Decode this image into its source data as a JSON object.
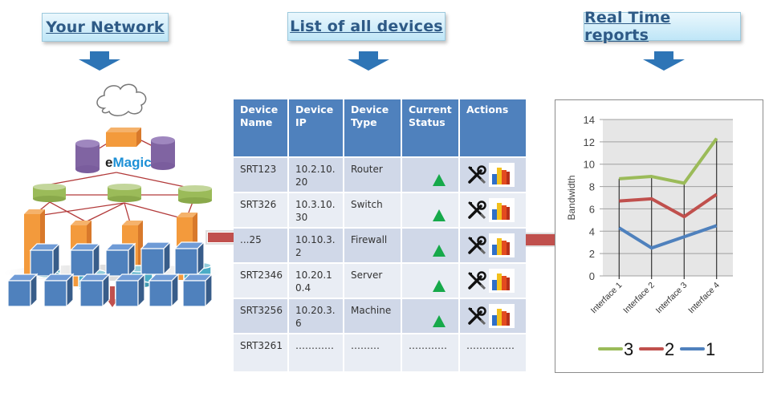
{
  "headings": {
    "network": "Your Network",
    "devices": "List of all devices",
    "reports": "Real Time reports"
  },
  "network_diagram": {
    "logo_text": {
      "e": "e",
      "rest": "Magic"
    },
    "icons": [
      "cloud-icon",
      "gateway-box-icon",
      "database-icon",
      "switch-icon",
      "server-tower-icon",
      "storage-icon",
      "endpoint-cube-icon"
    ]
  },
  "colors": {
    "header_blue": "#4f81bd",
    "row_dark": "#d0d8e8",
    "row_light": "#e9edf4",
    "status_up": "#16a94a",
    "arrow_red": "#c0504d",
    "arrow_blue": "#2e75b6",
    "series_3": "#9bbb59",
    "series_2": "#c0504d",
    "series_1": "#4f81bd"
  },
  "table": {
    "headers": [
      {
        "line1": "Device",
        "line2": "Name"
      },
      {
        "line1": "Device",
        "line2": "IP"
      },
      {
        "line1": "Device",
        "line2": "Type"
      },
      {
        "line1": "Current",
        "line2": "Status"
      },
      {
        "line1": "Actions",
        "line2": ""
      }
    ],
    "rows": [
      {
        "name": "SRT123",
        "ip": "10.2.10.20",
        "type": "Router",
        "status": "up",
        "actions": [
          "settings",
          "report"
        ]
      },
      {
        "name": "SRT326",
        "ip": "10.3.10.30",
        "type": "Switch",
        "status": "up",
        "actions": [
          "settings",
          "report"
        ]
      },
      {
        "name": "...25",
        "ip": "10.10.3.2",
        "type": "Firewall",
        "status": "up",
        "actions": [
          "settings",
          "report"
        ]
      },
      {
        "name": "SRT2346",
        "ip": "10.20.10.4",
        "type": "Server",
        "status": "up",
        "actions": [
          "settings",
          "report"
        ]
      },
      {
        "name": "SRT3256",
        "ip": "10.20.3.6",
        "type": "Machine",
        "status": "up",
        "actions": [
          "settings",
          "report"
        ]
      },
      {
        "name": "SRT3261",
        "ip": "…………",
        "type": "………",
        "status": "…………",
        "actions": "……………"
      }
    ],
    "ip_display": [
      "10.2.10.|20",
      "10.3.10.|30",
      "10.10.3.|2",
      "10.20.1|0.4",
      "10.20.3.|6"
    ]
  },
  "chart_data": {
    "type": "line",
    "title": "",
    "xlabel": "",
    "ylabel": "Bandwidth",
    "categories": [
      "Interface 1",
      "Interface 2",
      "Interface 3",
      "Interface 4"
    ],
    "ylim": [
      0,
      14
    ],
    "yticks": [
      0,
      2,
      4,
      6,
      8,
      10,
      12,
      14
    ],
    "grid": true,
    "legend": "bottom",
    "series": [
      {
        "name": "3",
        "color": "#9bbb59",
        "values": [
          8.7,
          8.9,
          8.3,
          12.3
        ]
      },
      {
        "name": "2",
        "color": "#c0504d",
        "values": [
          6.7,
          6.9,
          5.3,
          7.3
        ]
      },
      {
        "name": "1",
        "color": "#4f81bd",
        "values": [
          4.3,
          2.5,
          3.5,
          4.5
        ]
      }
    ]
  }
}
